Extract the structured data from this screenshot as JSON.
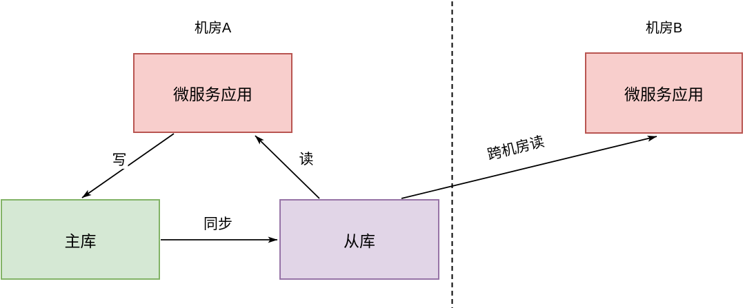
{
  "diagram": {
    "background_color": "#ffffff",
    "line_color": "#000000",
    "text_color": "#000000",
    "regions": [
      {
        "id": "datacenter-a",
        "label": "机房A"
      },
      {
        "id": "datacenter-b",
        "label": "机房B"
      }
    ],
    "nodes": [
      {
        "id": "app-a",
        "region": "datacenter-a",
        "label": "微服务应用",
        "fill": "#f8cecc",
        "stroke": "#b85450"
      },
      {
        "id": "master-db",
        "region": "datacenter-a",
        "label": "主库",
        "fill": "#d5e8d4",
        "stroke": "#82b366"
      },
      {
        "id": "slave-db",
        "region": "datacenter-a",
        "label": "从库",
        "fill": "#e1d5e7",
        "stroke": "#9673a6"
      },
      {
        "id": "app-b",
        "region": "datacenter-b",
        "label": "微服务应用",
        "fill": "#f8cecc",
        "stroke": "#b85450"
      }
    ],
    "edges": [
      {
        "id": "write",
        "label": "写",
        "from": "app-a",
        "to": "master-db"
      },
      {
        "id": "read",
        "label": "读",
        "from": "slave-db",
        "to": "app-a"
      },
      {
        "id": "sync",
        "label": "同步",
        "from": "master-db",
        "to": "slave-db"
      },
      {
        "id": "cross-read",
        "label": "跨机房读",
        "from": "slave-db",
        "to": "app-b"
      }
    ],
    "divider": {
      "type": "dashed-vertical-line"
    }
  }
}
